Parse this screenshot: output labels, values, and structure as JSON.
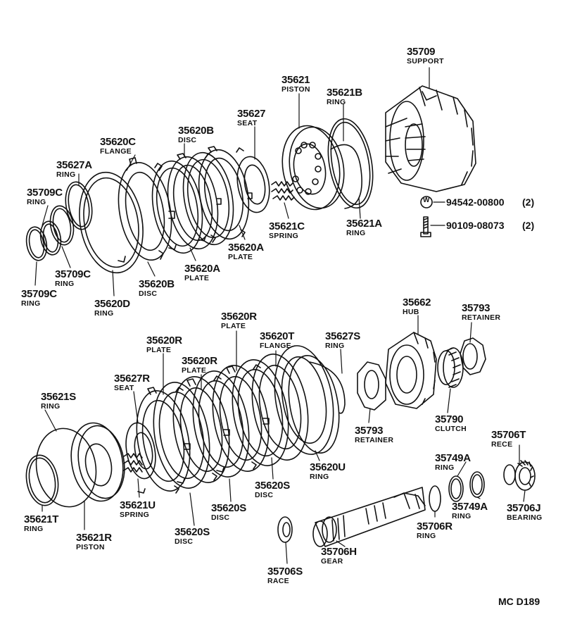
{
  "parts": [
    {
      "id": "p35709",
      "number": "35709",
      "name": "SUPPORT"
    },
    {
      "id": "p35621",
      "number": "35621",
      "name": "PISTON"
    },
    {
      "id": "p35621B",
      "number": "35621B",
      "name": "RING"
    },
    {
      "id": "p35627",
      "number": "35627",
      "name": "SEAT"
    },
    {
      "id": "p35620B_top",
      "number": "35620B",
      "name": "DISC"
    },
    {
      "id": "p35620C",
      "number": "35620C",
      "name": "FLANGE"
    },
    {
      "id": "p35627A",
      "number": "35627A",
      "name": "RING"
    },
    {
      "id": "p35709C_a",
      "number": "35709C",
      "name": "RING"
    },
    {
      "id": "p35709C_b",
      "number": "35709C",
      "name": "RING"
    },
    {
      "id": "p35709C_c",
      "number": "35709C",
      "name": "RING"
    },
    {
      "id": "p35620D",
      "number": "35620D",
      "name": "RING"
    },
    {
      "id": "p35620B_bot",
      "number": "35620B",
      "name": "DISC"
    },
    {
      "id": "p35620A_a",
      "number": "35620A",
      "name": "PLATE"
    },
    {
      "id": "p35620A_b",
      "number": "35620A",
      "name": "PLATE"
    },
    {
      "id": "p35621C",
      "number": "35621C",
      "name": "SPRING"
    },
    {
      "id": "p35621A",
      "number": "35621A",
      "name": "RING"
    },
    {
      "id": "p35662",
      "number": "35662",
      "name": "HUB"
    },
    {
      "id": "p35793_top",
      "number": "35793",
      "name": "RETAINER"
    },
    {
      "id": "p35793_bot",
      "number": "35793",
      "name": "RETAINER"
    },
    {
      "id": "p35790",
      "number": "35790",
      "name": "CLUTCH"
    },
    {
      "id": "p35620R_a",
      "number": "35620R",
      "name": "PLATE"
    },
    {
      "id": "p35620R_b",
      "number": "35620R",
      "name": "PLATE"
    },
    {
      "id": "p35620R_c",
      "number": "35620R",
      "name": "PLATE"
    },
    {
      "id": "p35620T",
      "number": "35620T",
      "name": "FLANGE"
    },
    {
      "id": "p35627S",
      "number": "35627S",
      "name": "RING"
    },
    {
      "id": "p35627R",
      "number": "35627R",
      "name": "SEAT"
    },
    {
      "id": "p35621S",
      "number": "35621S",
      "name": "RING"
    },
    {
      "id": "p35621T",
      "number": "35621T",
      "name": "RING"
    },
    {
      "id": "p35621R",
      "number": "35621R",
      "name": "PISTON"
    },
    {
      "id": "p35621U",
      "number": "35621U",
      "name": "SPRING"
    },
    {
      "id": "p35620S_a",
      "number": "35620S",
      "name": "DISC"
    },
    {
      "id": "p35620S_b",
      "number": "35620S",
      "name": "DISC"
    },
    {
      "id": "p35620S_c",
      "number": "35620S",
      "name": "DISC"
    },
    {
      "id": "p35620U",
      "number": "35620U",
      "name": "RING"
    },
    {
      "id": "p35706T",
      "number": "35706T",
      "name": "RECE"
    },
    {
      "id": "p35749A_a",
      "number": "35749A",
      "name": "RING"
    },
    {
      "id": "p35749A_b",
      "number": "35749A",
      "name": "RING"
    },
    {
      "id": "p35706J",
      "number": "35706J",
      "name": "BEARING"
    },
    {
      "id": "p35706R",
      "number": "35706R",
      "name": "RING"
    },
    {
      "id": "p35706H",
      "number": "35706H",
      "name": "GEAR"
    },
    {
      "id": "p35706S",
      "number": "35706S",
      "name": "RACE"
    }
  ],
  "fasteners": [
    {
      "id": "washer",
      "symbol": "W",
      "number": "94542-00800",
      "qty": "(2)"
    },
    {
      "id": "bolt",
      "symbol": "",
      "number": "90109-08073",
      "qty": "(2)"
    }
  ],
  "diagram_code": "MC  D189"
}
